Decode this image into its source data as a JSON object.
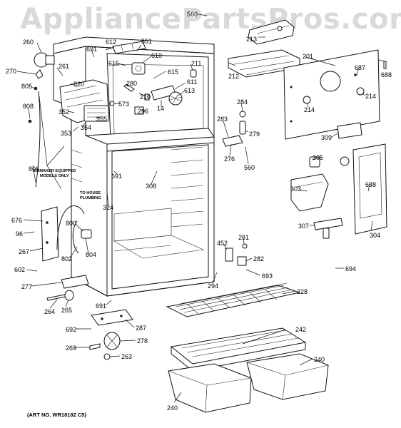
{
  "watermark": "AppliancePartsPros.com",
  "art_number": "(ART NO. WR18182 C5)",
  "notes": {
    "icemaker_line1": "ICEMAKER EQUIPPED",
    "icemaker_line2": "MODELS ONLY",
    "plumbing_line1": "TO HOUSE",
    "plumbing_line2": "PLUMBING"
  },
  "callouts": {
    "c560a": "560",
    "c213": "213",
    "c201": "201",
    "c688a": "688",
    "c687": "687",
    "c260": "260",
    "c612": "612",
    "c551": "551",
    "c691a": "691",
    "c615a": "615",
    "c610": "610",
    "c270": "270",
    "c261": "261",
    "c212": "212",
    "c211": "211",
    "c820": "820",
    "c615b": "615",
    "c805": "805",
    "c611": "611",
    "c280": "280",
    "c613": "613",
    "c210": "210",
    "c214a": "214",
    "c214b": "214",
    "c14": "14",
    "c284": "284",
    "c573": "573",
    "c296": "296",
    "c808": "808",
    "c352": "352",
    "c355": "355",
    "c353": "353",
    "c354": "354",
    "c283": "283",
    "c279": "279",
    "c309": "309",
    "c276": "276",
    "c560b": "560",
    "c305": "305",
    "c806": "806",
    "c691b": "691",
    "c308": "308",
    "c688b": "688",
    "c303": "303",
    "c324": "324",
    "c676": "676",
    "c800": "800",
    "c96": "96",
    "c307": "307",
    "c304": "304",
    "c452": "452",
    "c281": "281",
    "c267": "267",
    "c802": "802",
    "c804": "804",
    "c282": "282",
    "c694": "694",
    "c602": "602",
    "c693": "693",
    "c294": "294",
    "c277": "277",
    "c228": "228",
    "c264": "264",
    "c265": "265",
    "c691c": "691",
    "c287": "287",
    "c242": "242",
    "c692": "692",
    "c278": "278",
    "c269": "269",
    "c240a": "240",
    "c263": "263",
    "c240b": "240"
  }
}
